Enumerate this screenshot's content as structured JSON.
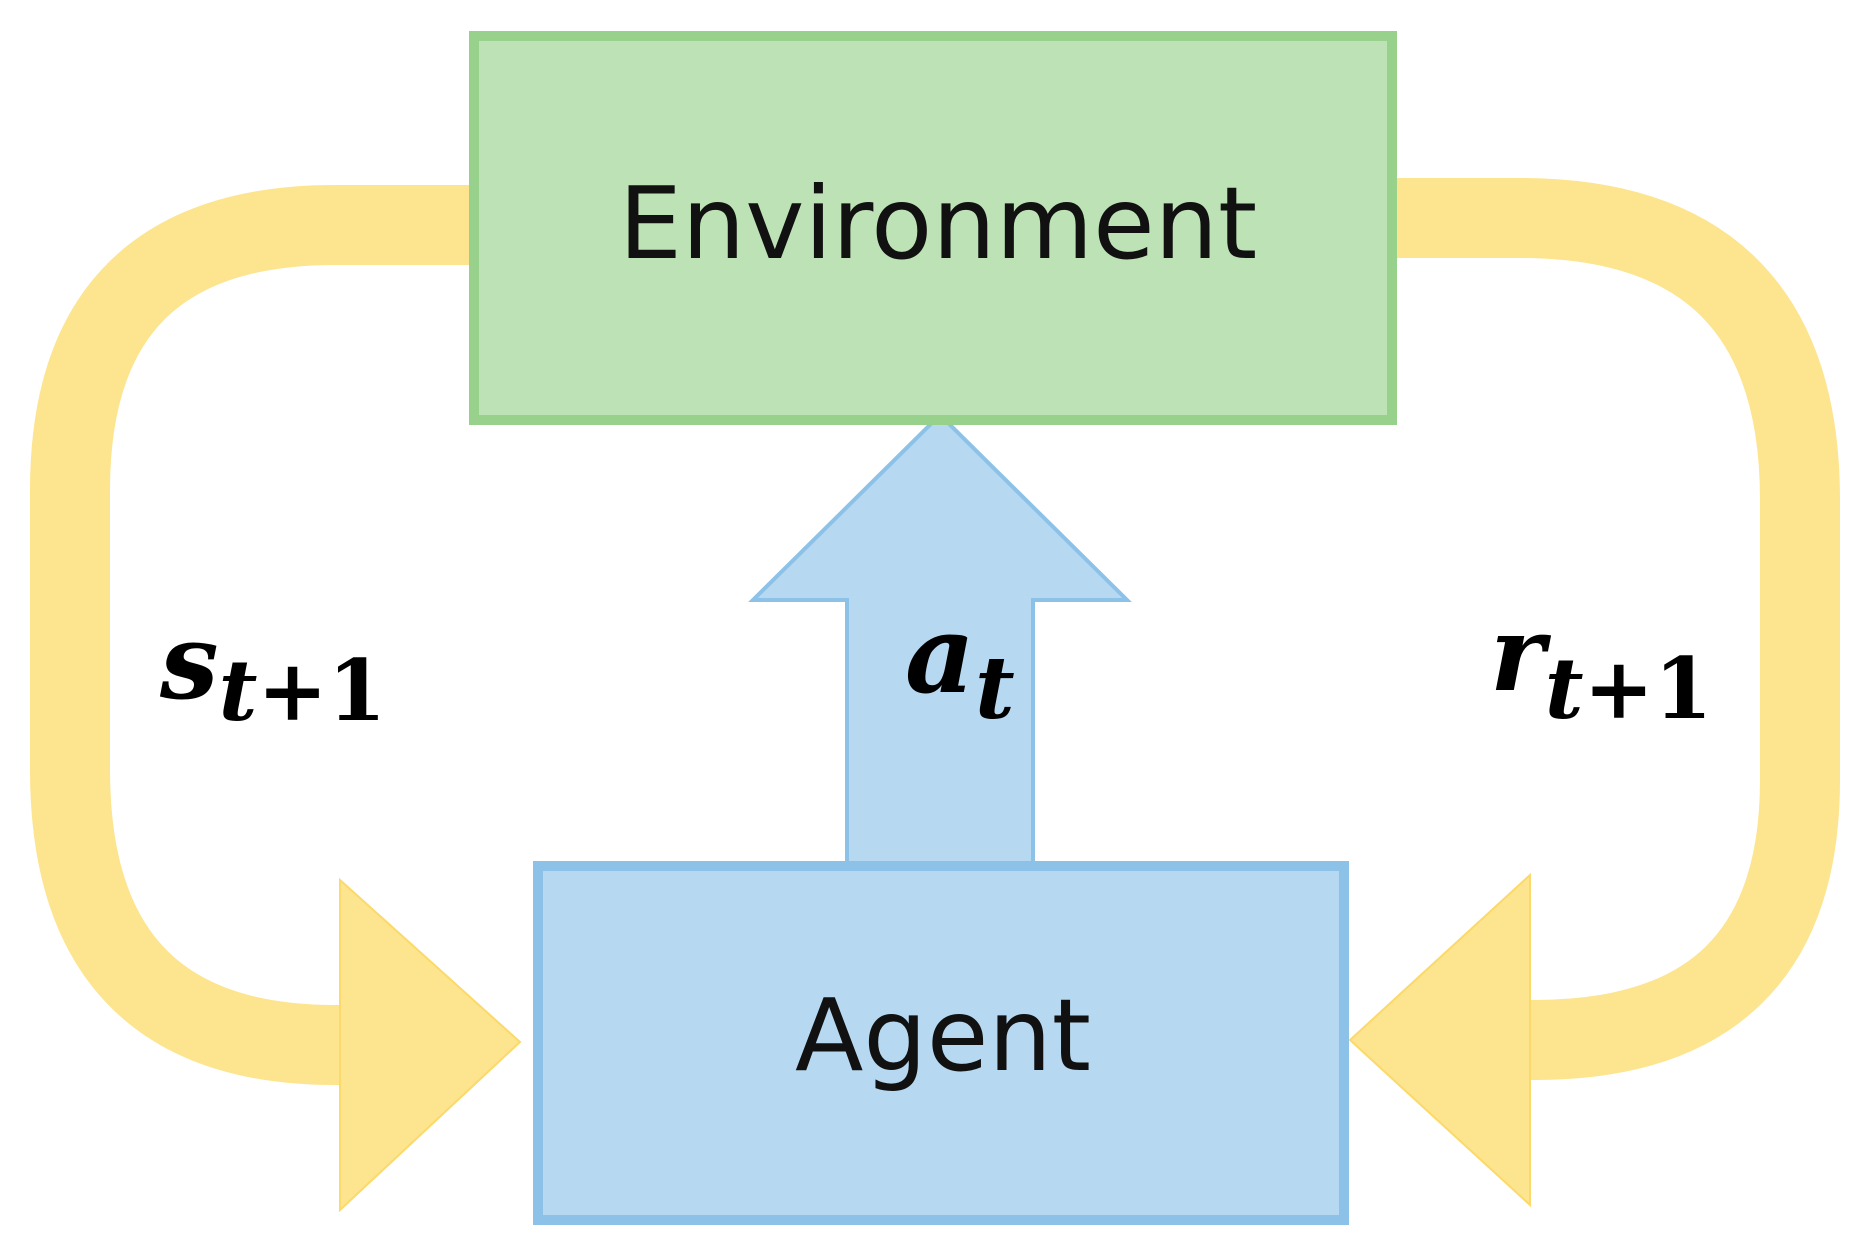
{
  "colors": {
    "background": "#ffffff",
    "environment_fill": "#bde2b5",
    "environment_border": "#98d18b",
    "agent_fill": "#b6d8f0",
    "agent_border": "#8dc2e8",
    "loop_arrow_fill": "#fde48e",
    "loop_arrow_edge": "#fbd96a",
    "text": "#111111"
  },
  "nodes": {
    "environment": {
      "label": "Environment"
    },
    "agent": {
      "label": "Agent"
    }
  },
  "edges": {
    "state": {
      "base": "s",
      "sub_var": "t",
      "sub_rest": "+1",
      "from": "Environment",
      "to": "Agent"
    },
    "action": {
      "base": "a",
      "sub_var": "t",
      "from": "Agent",
      "to": "Environment"
    },
    "reward": {
      "base": "r",
      "sub_var": "t",
      "sub_rest": "+1",
      "from": "Environment",
      "to": "Agent"
    }
  }
}
